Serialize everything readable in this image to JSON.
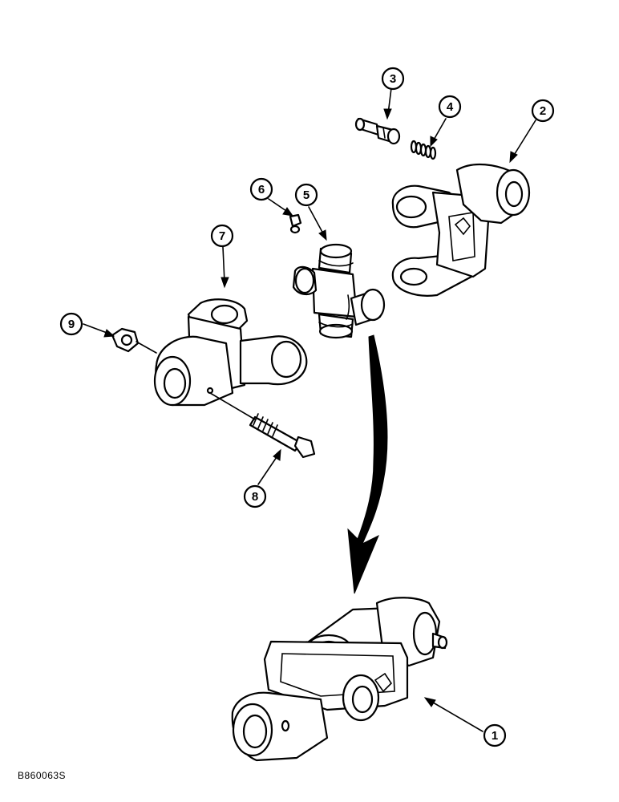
{
  "figure_code": "B860063S",
  "callouts": [
    {
      "label": "1"
    },
    {
      "label": "2"
    },
    {
      "label": "3"
    },
    {
      "label": "4"
    },
    {
      "label": "5"
    },
    {
      "label": "6"
    },
    {
      "label": "7"
    },
    {
      "label": "8"
    },
    {
      "label": "9"
    }
  ]
}
